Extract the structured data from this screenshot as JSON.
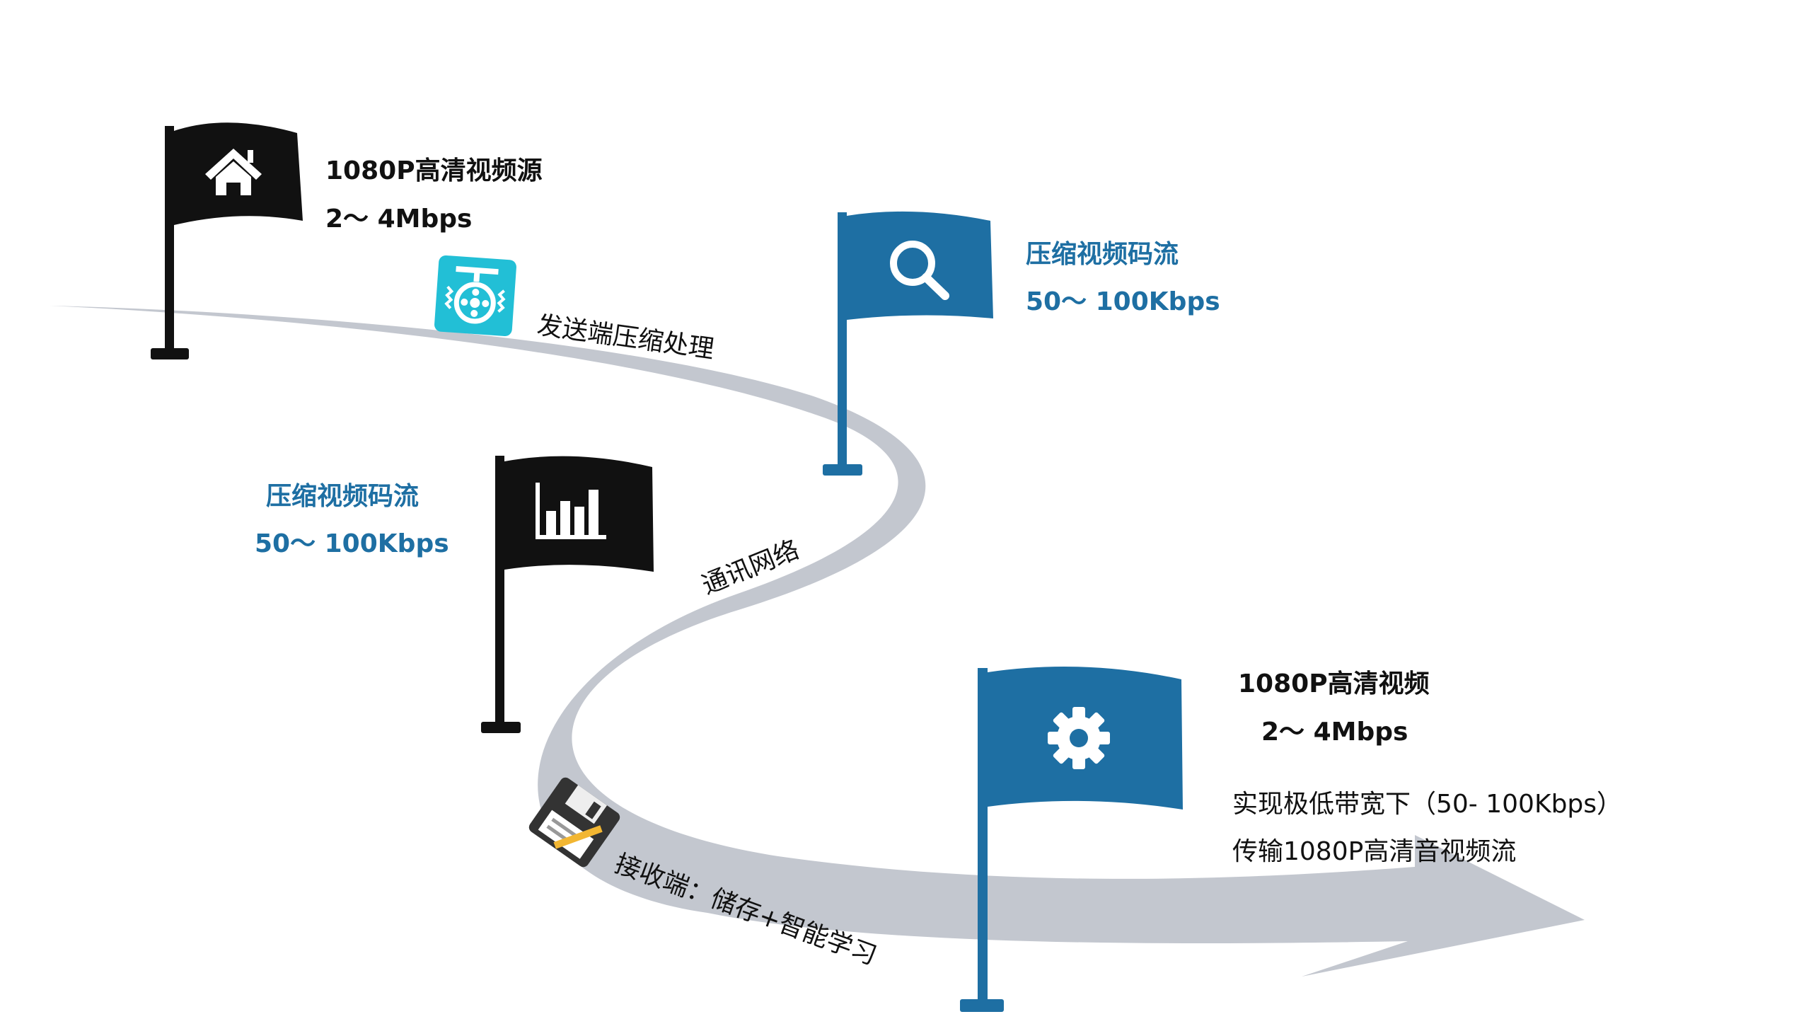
{
  "colors": {
    "dark": "#111111",
    "blue": "#1e6fa3",
    "road": "#c3c7cf",
    "cyan": "#22bfd6"
  },
  "milestones": [
    {
      "title": "1080P高清视频源",
      "rate": "2～ 4Mbps",
      "icon": "home-icon",
      "flag_color": "dark"
    },
    {
      "title": "压缩视频码流",
      "rate": "50～ 100Kbps",
      "icon": "search-icon",
      "flag_color": "blue"
    },
    {
      "title": "压缩视频码流",
      "rate": "50～ 100Kbps",
      "icon": "bar-chart-icon",
      "flag_color": "dark"
    },
    {
      "title": "1080P高清视频",
      "rate": "2～ 4Mbps",
      "icon": "gear-icon",
      "flag_color": "blue"
    }
  ],
  "steps": [
    {
      "text": "发送端压缩处理",
      "icon": "film-compress-icon"
    },
    {
      "text": "通讯网络"
    },
    {
      "text": "接收端：储存+智能学习",
      "icon": "floppy-disk-icon"
    }
  ],
  "summary": {
    "line1": "实现极低带宽下（50- 100Kbps）",
    "line2": "传输1080P高清音视频流"
  }
}
